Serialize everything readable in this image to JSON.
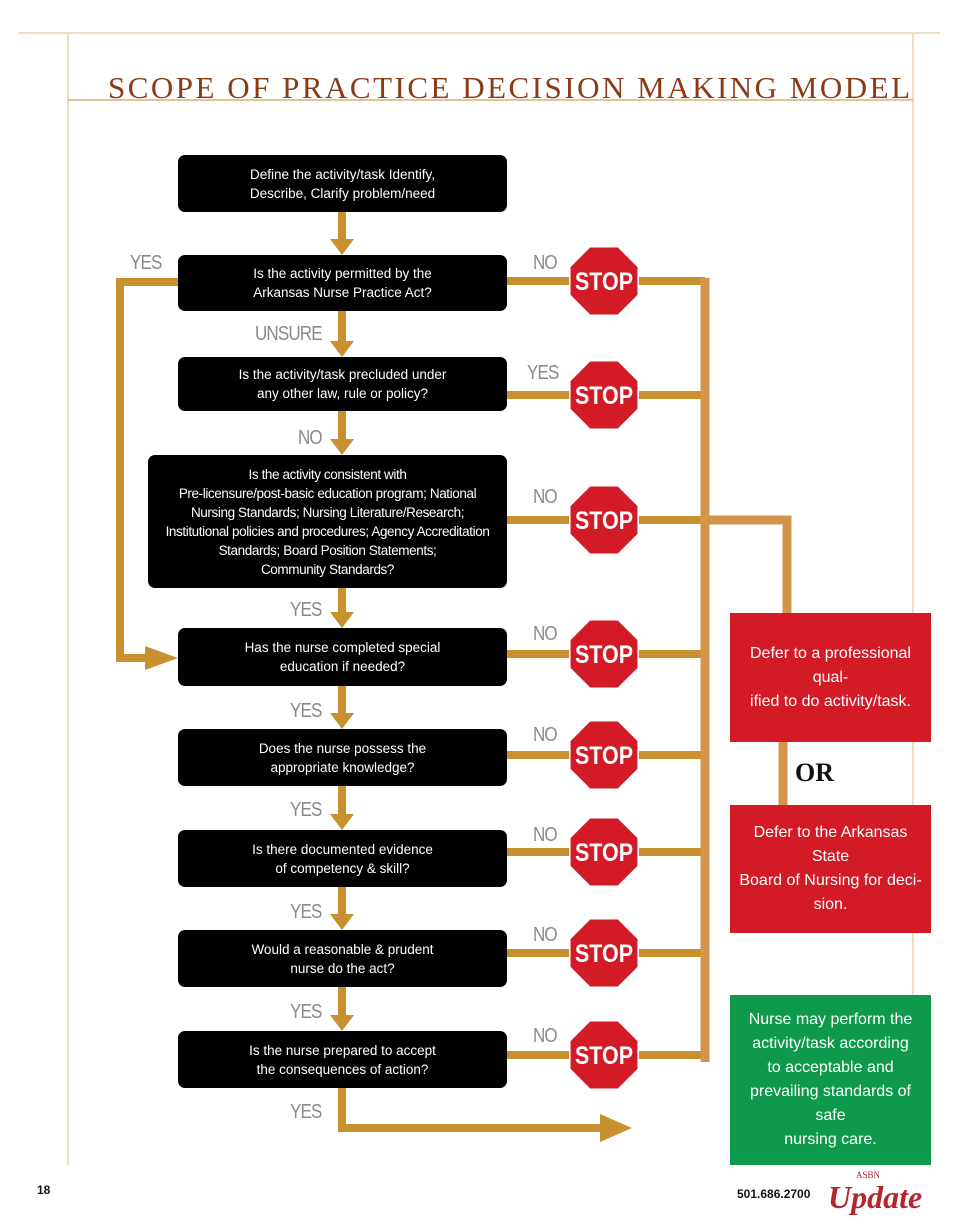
{
  "title": "SCOPE OF PRACTICE DECISION MAKING MODEL",
  "steps": [
    "Define the activity/task Identify,\nDescribe, Clarify problem/need",
    "Is the activity permitted by the\nArkansas Nurse Practice Act?",
    "Is the activity/task precluded under\nany other law, rule or policy?",
    "Is the activity consistent with\nPre-licensure/post-basic education program; National\nNursing Standards; Nursing Literature/Research;\nInstitutional policies and procedures; Agency Accreditation\nStandards; Board Position Statements;\nCommunity Standards?",
    "Has the nurse completed special\neducation if needed?",
    "Does the nurse possess the\nappropriate knowledge?",
    "Is there documented evidence\nof competency & skill?",
    "Would a reasonable & prudent\nnurse do the act?",
    "Is the nurse prepared to accept\nthe consequences of action?"
  ],
  "labels": {
    "yes_left": "YES",
    "no1": "NO",
    "unsure": "UNSURE",
    "yes2": "YES",
    "no_down3": "NO",
    "no3": "NO",
    "yes_down4": "YES",
    "no4": "NO",
    "yes_down5": "YES",
    "no5": "NO",
    "yes_down6": "YES",
    "no6": "NO",
    "yes_down7": "YES",
    "no7": "NO",
    "yes_down8": "YES",
    "no8": "NO",
    "yes_final": "YES"
  },
  "stop_sign_text": "STOP",
  "outcomes": {
    "defer_professional": "Defer to a professional qual-\nified to do activity/task.",
    "or": "OR",
    "defer_board": "Defer to the Arkansas State\nBoard of Nursing for deci-\nsion.",
    "perform": "Nurse may perform the\nactivity/task according\nto acceptable and\nprevailing standards of safe\nnursing care."
  },
  "footer": {
    "page_number": "18",
    "phone": "501.686.2700",
    "logo": "Update",
    "logo_small": "ASBN"
  },
  "colors": {
    "gold": "#c8902e",
    "connector": "#d4954a",
    "stop_red": "#d31b28",
    "green": "#0e9a4a",
    "title": "#8b3a16",
    "frame": "#ecd3b0"
  }
}
